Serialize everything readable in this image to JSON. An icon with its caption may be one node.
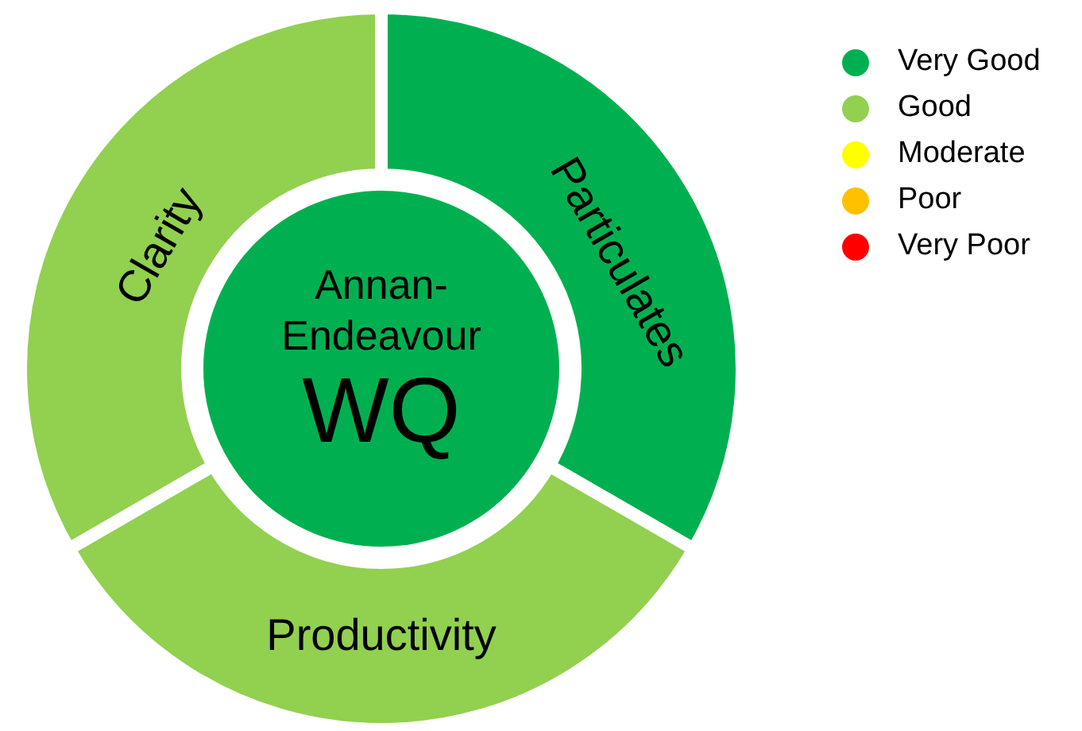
{
  "diagram": {
    "nodes": [
      {
        "text": [
          "Annan- Endeavour",
          "WQ"
        ]
      },
      {
        "text": [
          "Clarity"
        ]
      },
      {
        "text": [
          "Particulates"
        ]
      },
      {
        "text": [
          "Productivity"
        ]
      }
    ],
    "legend": [
      {
        "text": "Very Good",
        "color": "#00b050"
      },
      {
        "text": "Good",
        "color": "#92d050"
      },
      {
        "text": "Moderate",
        "color": "#ffff00"
      },
      {
        "text": "Poor",
        "color": "#ffc000"
      },
      {
        "text": "Very Poor",
        "color": "#ff0000"
      }
    ]
  }
}
